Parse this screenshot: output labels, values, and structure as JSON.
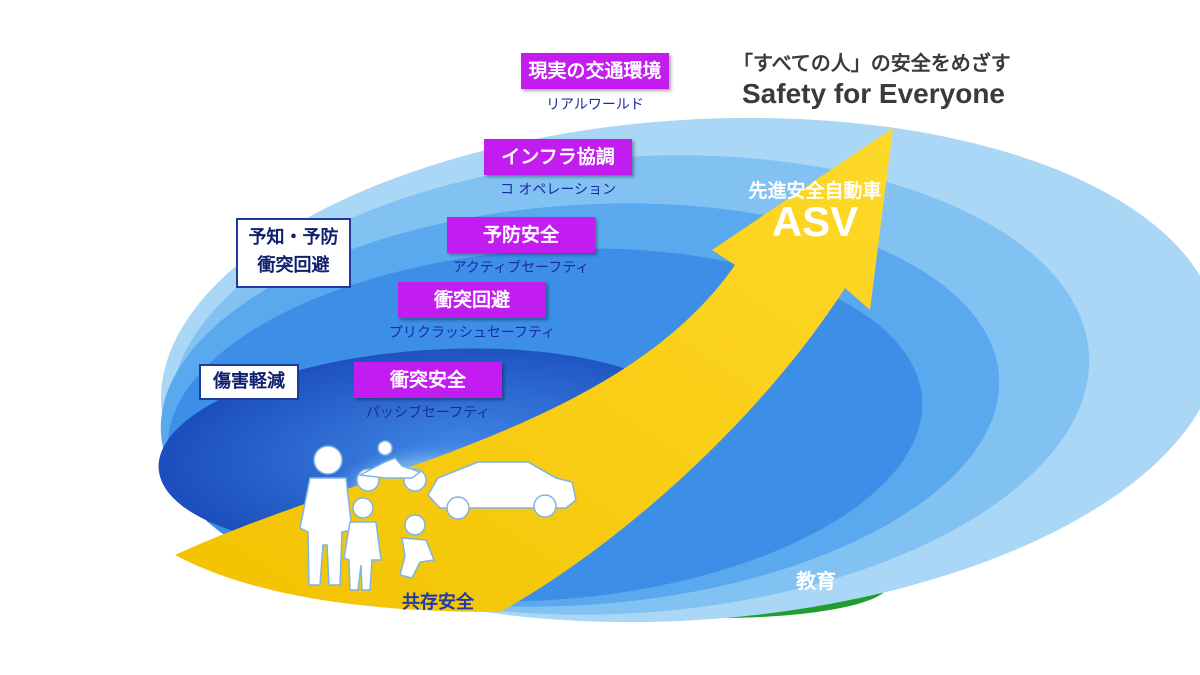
{
  "header": {
    "slogan_jp": "「すべての人」の安全をめざす",
    "slogan_en": "Safety for Everyone"
  },
  "arrow": {
    "label_jp": "先進安全自動車",
    "label_en": "ASV"
  },
  "layers": [
    {
      "id": "real-world",
      "title": "現実の交通環境",
      "subtitle": "リアルワールド"
    },
    {
      "id": "infra",
      "title": "インフラ協調",
      "subtitle": "コ オペレーション"
    },
    {
      "id": "active",
      "title": "予防安全",
      "subtitle": "アクティブセーフティ"
    },
    {
      "id": "precrash",
      "title": "衝突回避",
      "subtitle": "プリクラッシュセーフティ"
    },
    {
      "id": "passive",
      "title": "衝突安全",
      "subtitle": "パッシブセーフティ"
    }
  ],
  "side_boxes": {
    "prevent_line1": "予知・予防",
    "prevent_line2": "衝突回避",
    "mitigate": "傷害軽減"
  },
  "bottom": {
    "coexist": "共存安全",
    "education": "教育"
  },
  "colors": {
    "tag_bg": "#c21cf0",
    "arrow_yellow": "#f5cc00",
    "education_green": "#1f9e2f",
    "ring_outer": "#a9d6f5",
    "ring_inner": "#1d5fc7"
  }
}
